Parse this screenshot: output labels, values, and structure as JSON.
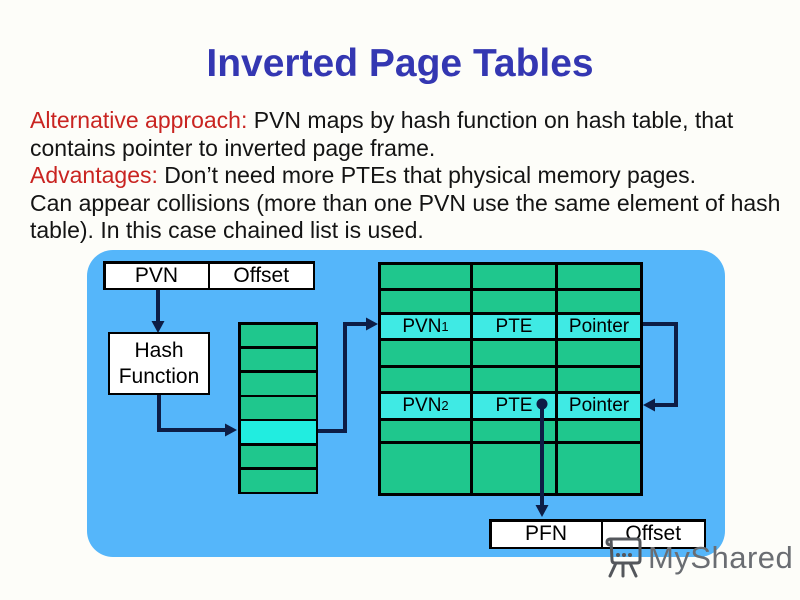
{
  "slide": {
    "title": "Inverted Page Tables",
    "body": {
      "line1_red": "Alternative approach: ",
      "line1_black": "PVN maps by hash function on hash table, that",
      "line2": "contains pointer to inverted page frame.",
      "line3_red": "Advantages: ",
      "line3_black": "Don’t need more PTEs that physical memory pages.",
      "line4": "Can appear collisions (more than one PVN use the same element of hash",
      "line5": "table). In this case chained list is used."
    }
  },
  "diagram": {
    "virtual_address_box": {
      "pvn": "PVN",
      "offset": "Offset"
    },
    "hash_function_box": {
      "line1": "Hash",
      "line2": "Function"
    },
    "hash_table": {
      "cell_count": 7,
      "highlighted_cell_index": 4
    },
    "inverted_page_table": {
      "row_count": 8,
      "entry1": {
        "pvn_base": "PVN",
        "pvn_sub": "1",
        "pte": "PTE",
        "pointer": "Pointer"
      },
      "entry2": {
        "pvn_base": "PVN",
        "pvn_sub": "2",
        "pte": "PTE",
        "pointer": "Pointer"
      }
    },
    "physical_address_box": {
      "pfn": "PFN",
      "offset": "Offset"
    },
    "colors": {
      "panel_blue": "#55b6fa",
      "cell_green": "#1fc78d",
      "hash_highlight_cyan": "#21ede0",
      "row_highlight_cyan": "#3feae4",
      "arrow_navy": "#0d1d45",
      "title_blue": "#3437b2",
      "accent_red": "#c92421",
      "watermark_gray": "#6a6d72"
    }
  },
  "watermark": {
    "text": "MyShared"
  }
}
